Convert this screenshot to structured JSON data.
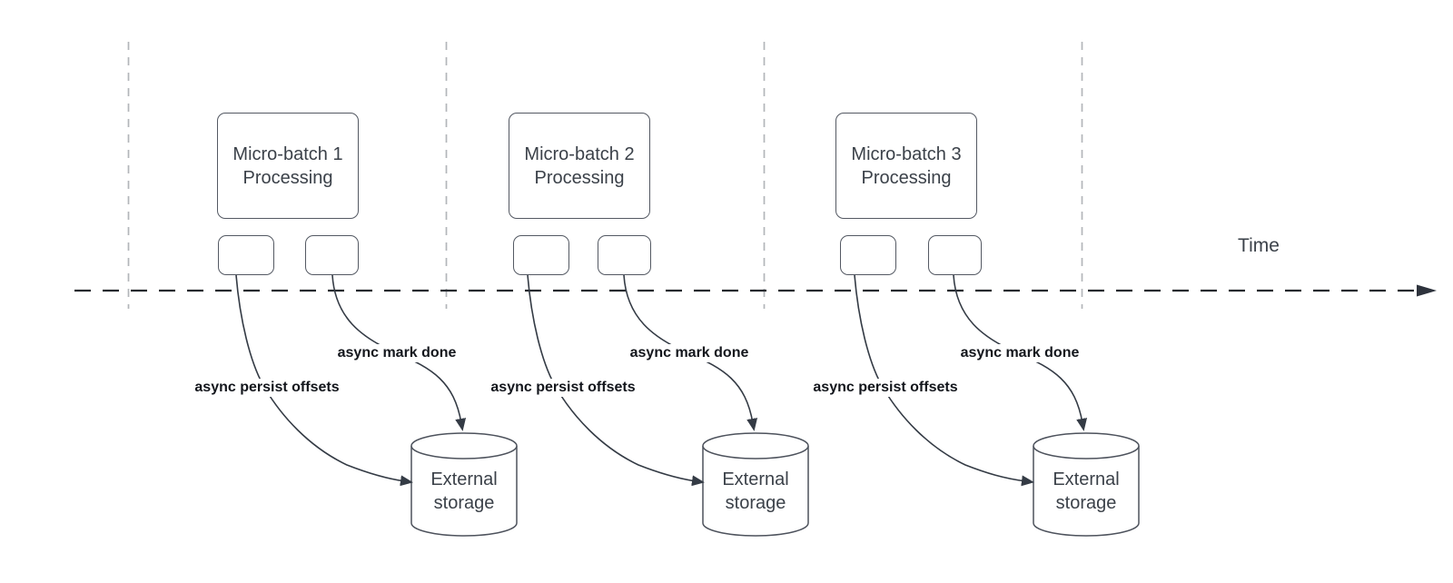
{
  "diagram": {
    "time_axis_label": "Time",
    "groups": [
      {
        "title": "Micro-batch 1\nProcessing",
        "persist_label": "async persist offsets",
        "done_label": "async mark done",
        "storage_label": "External\nstorage"
      },
      {
        "title": "Micro-batch 2\nProcessing",
        "persist_label": "async persist offsets",
        "done_label": "async mark done",
        "storage_label": "External\nstorage"
      },
      {
        "title": "Micro-batch 3\nProcessing",
        "persist_label": "async persist offsets",
        "done_label": "async mark done",
        "storage_label": "External\nstorage"
      }
    ],
    "colors": {
      "shape_stroke": "#545963",
      "arrow_stroke": "#343b45",
      "timeline_stroke": "#26292e",
      "gridline_stroke": "#b3b6ba",
      "text": "#3b4149",
      "bold_label_text": "#13161c",
      "background": "#ffffff"
    }
  }
}
